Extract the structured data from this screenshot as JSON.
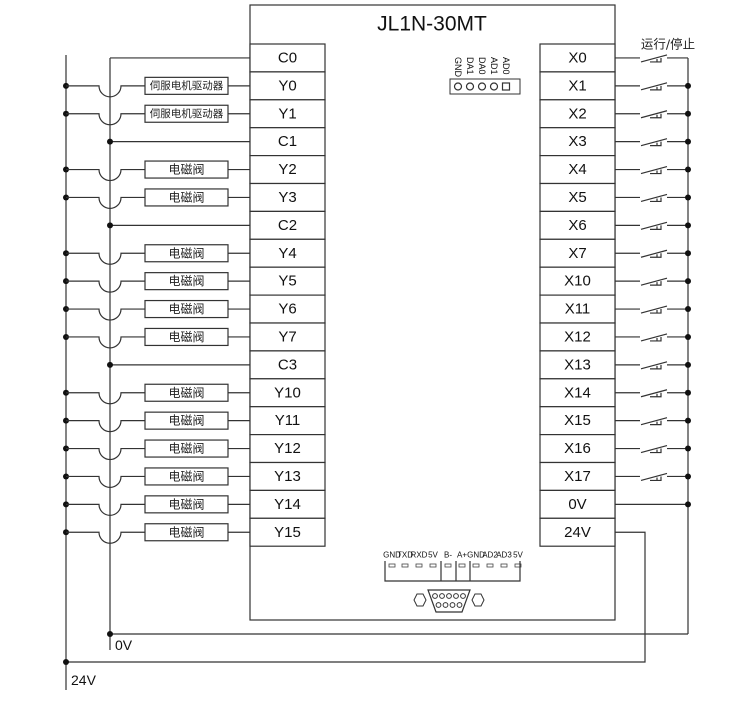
{
  "plc": {
    "model": "JL1N-30MT",
    "left_terminals": [
      {
        "label": "C0",
        "load": null
      },
      {
        "label": "Y0",
        "load": "伺服电机驱动器"
      },
      {
        "label": "Y1",
        "load": "伺服电机驱动器"
      },
      {
        "label": "C1",
        "load": null
      },
      {
        "label": "Y2",
        "load": "电磁阀"
      },
      {
        "label": "Y3",
        "load": "电磁阀"
      },
      {
        "label": "C2",
        "load": null
      },
      {
        "label": "Y4",
        "load": "电磁阀"
      },
      {
        "label": "Y5",
        "load": "电磁阀"
      },
      {
        "label": "Y6",
        "load": "电磁阀"
      },
      {
        "label": "Y7",
        "load": "电磁阀"
      },
      {
        "label": "C3",
        "load": null
      },
      {
        "label": "Y10",
        "load": "电磁阀"
      },
      {
        "label": "Y11",
        "load": "电磁阀"
      },
      {
        "label": "Y12",
        "load": "电磁阀"
      },
      {
        "label": "Y13",
        "load": "电磁阀"
      },
      {
        "label": "Y14",
        "load": "电磁阀"
      },
      {
        "label": "Y15",
        "load": "电磁阀"
      }
    ],
    "right_terminals": [
      "X0",
      "X1",
      "X2",
      "X3",
      "X4",
      "X5",
      "X6",
      "X7",
      "X10",
      "X11",
      "X12",
      "X13",
      "X14",
      "X15",
      "X16",
      "X17",
      "0V",
      "24V"
    ],
    "header_pins": [
      "GND",
      "DA1",
      "DA0",
      "AD1",
      "AD0"
    ],
    "comm_pins": [
      "GND",
      "TXD",
      "RXD",
      "5V",
      "B-",
      "A+",
      "GND",
      "AD2",
      "AD3",
      "5V"
    ]
  },
  "switch_label": "运行/停止",
  "rails": {
    "zero_v": "0V",
    "twenty_four_v": "24V"
  }
}
